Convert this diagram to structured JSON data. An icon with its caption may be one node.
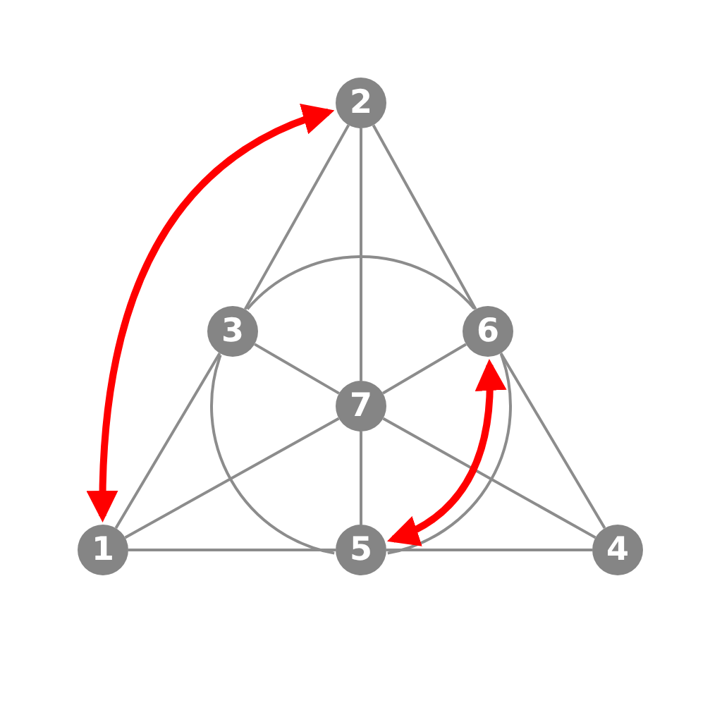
{
  "diagram": {
    "nodes": [
      {
        "text": [
          "1"
        ]
      },
      {
        "text": [
          "2"
        ]
      },
      {
        "text": [
          "3"
        ]
      },
      {
        "text": [
          "4"
        ]
      },
      {
        "text": [
          "5"
        ]
      },
      {
        "text": [
          "6"
        ]
      },
      {
        "text": [
          "7"
        ]
      }
    ],
    "edges": [
      {
        "from": 0,
        "to": 2,
        "arrow": "none"
      },
      {
        "from": 2,
        "to": 1,
        "arrow": "none"
      },
      {
        "from": 1,
        "to": 5,
        "arrow": "none"
      },
      {
        "from": 5,
        "to": 3,
        "arrow": "none"
      },
      {
        "from": 0,
        "to": 4,
        "arrow": "none"
      },
      {
        "from": 4,
        "to": 3,
        "arrow": "none"
      },
      {
        "from": 1,
        "to": 6,
        "arrow": "none"
      },
      {
        "from": 6,
        "to": 4,
        "arrow": "none"
      },
      {
        "from": 0,
        "to": 6,
        "arrow": "none"
      },
      {
        "from": 6,
        "to": 5,
        "arrow": "none"
      },
      {
        "from": 3,
        "to": 6,
        "arrow": "none"
      },
      {
        "from": 6,
        "to": 2,
        "arrow": "none"
      },
      {
        "from": 2,
        "to": 5,
        "arrow": "none"
      },
      {
        "from": 5,
        "to": 4,
        "arrow": "none"
      },
      {
        "from": 4,
        "to": 2,
        "arrow": "none"
      },
      {
        "from": 1,
        "to": 0,
        "arrow": "both",
        "style": "thick",
        "color": "#ff0000"
      },
      {
        "from": 5,
        "to": 4,
        "arrow": "both",
        "style": "thick",
        "color": "#ff0000"
      }
    ]
  }
}
